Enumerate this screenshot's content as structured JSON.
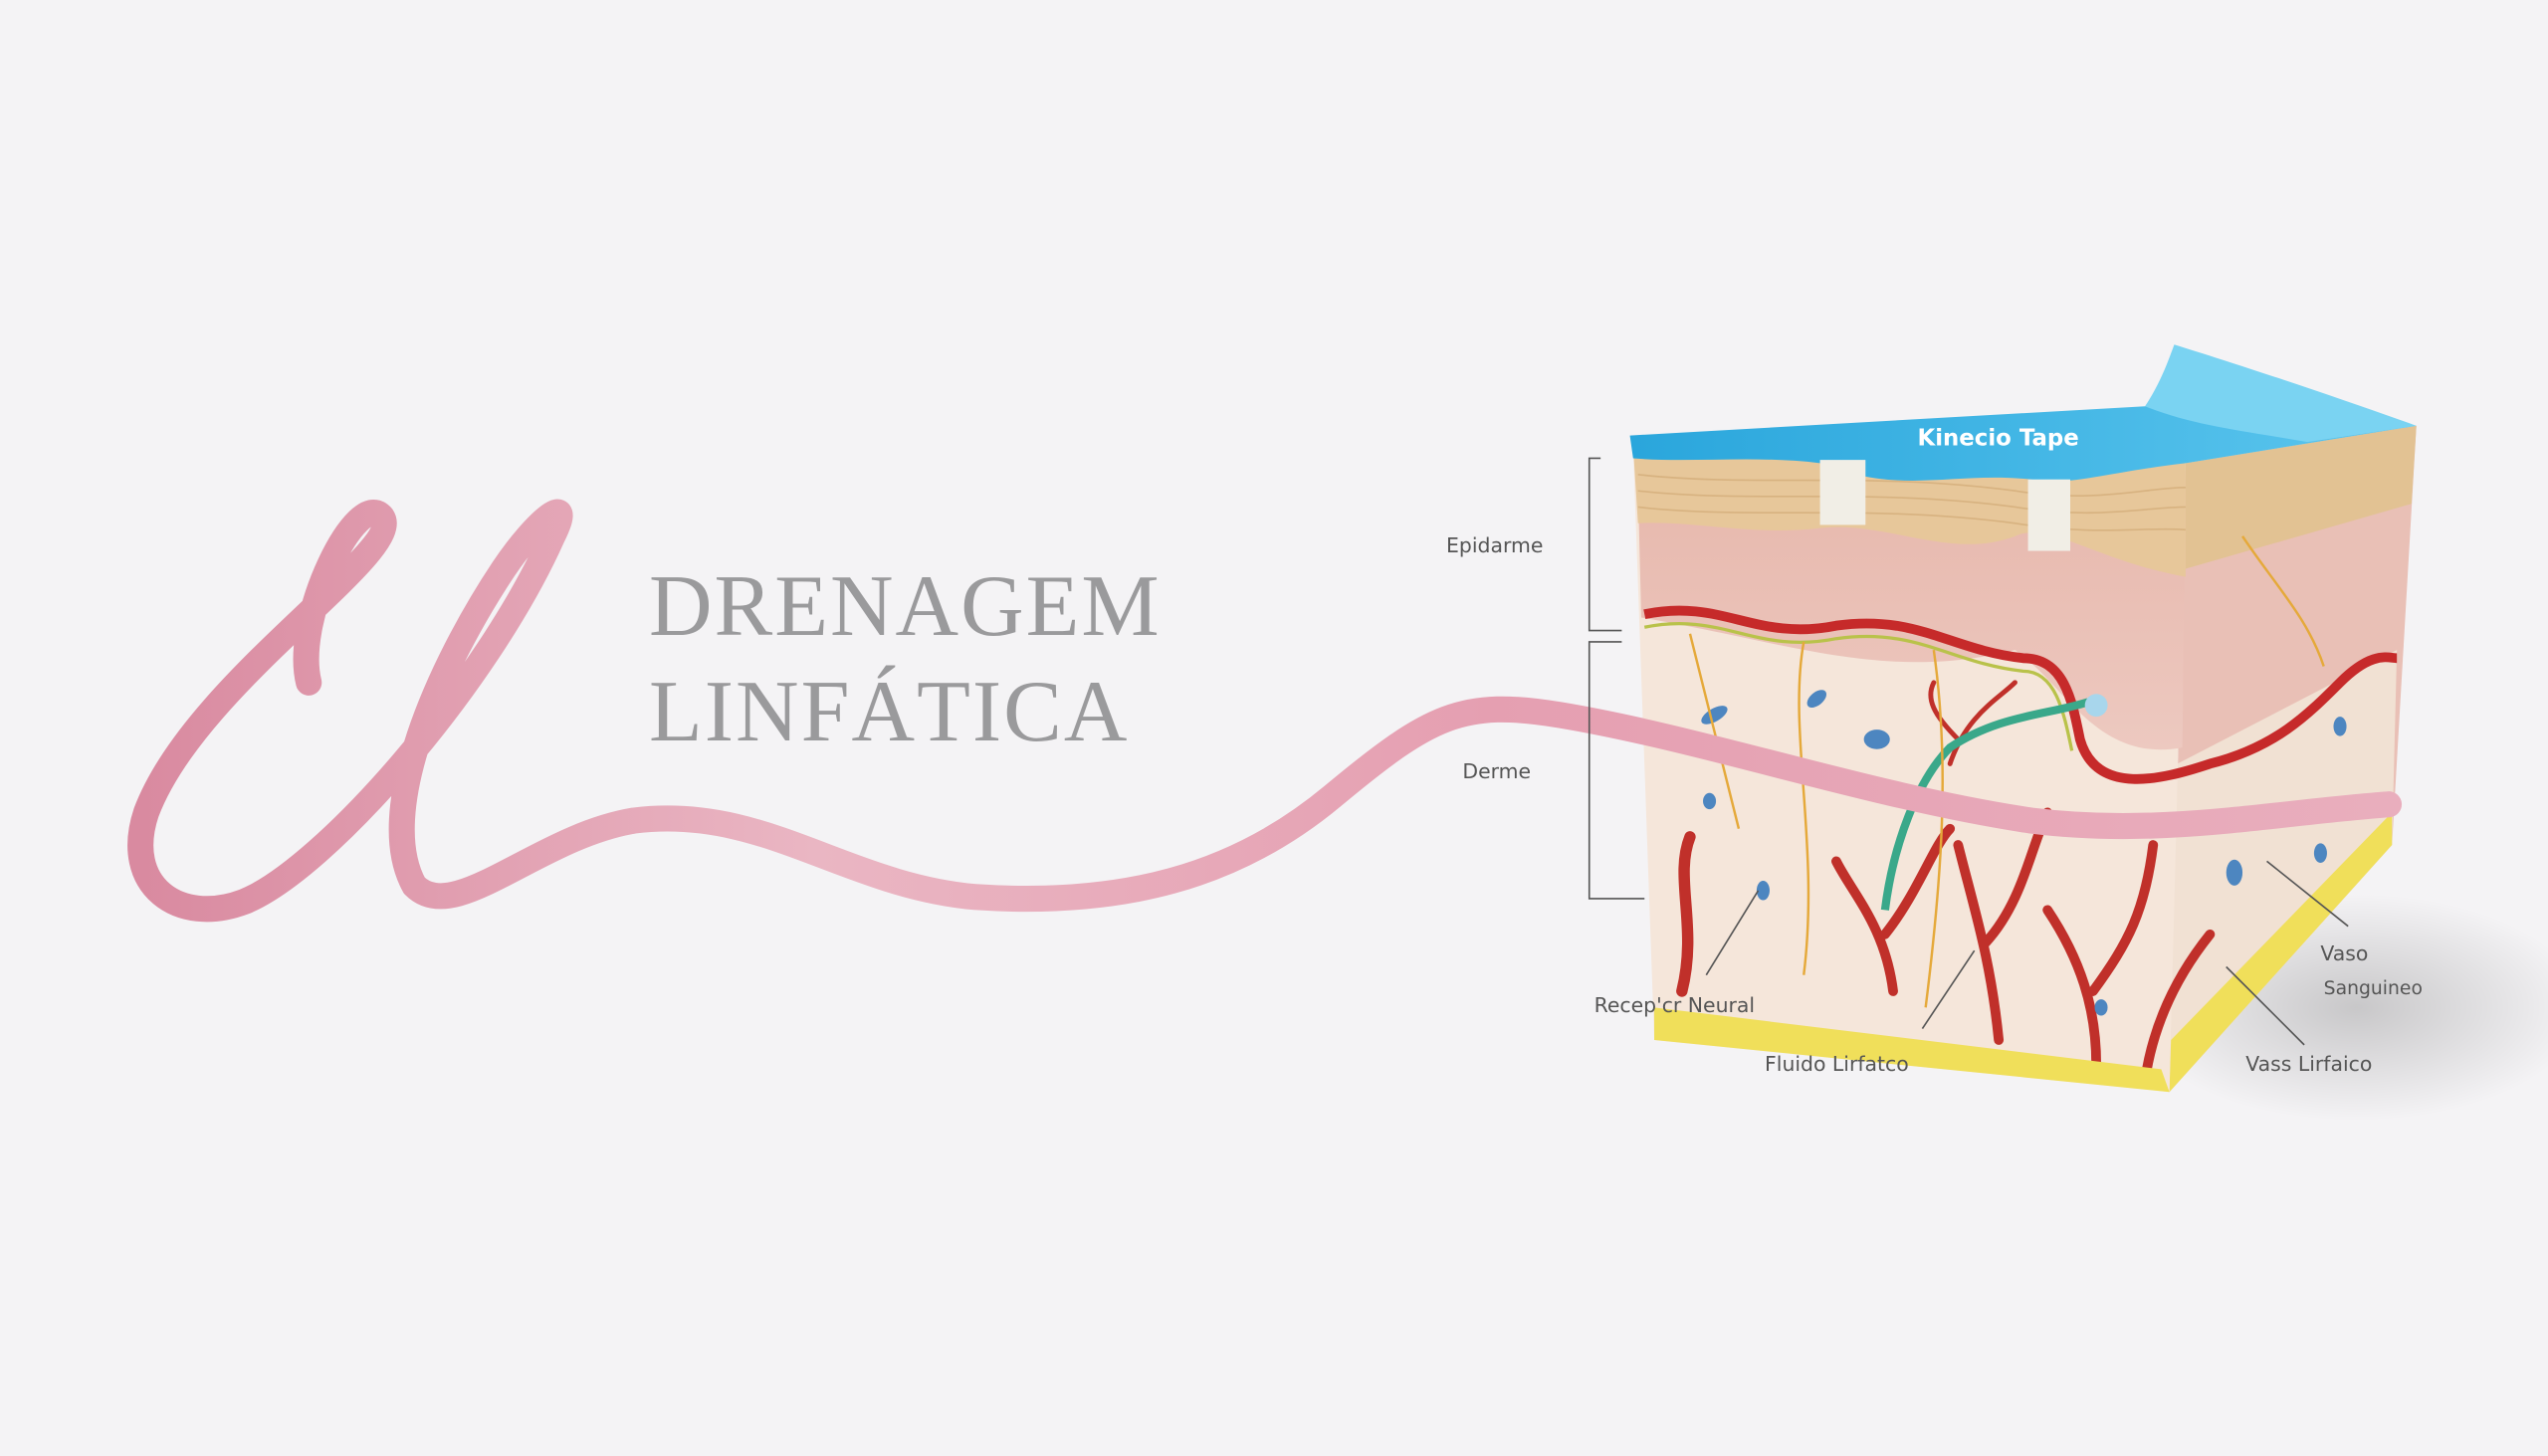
{
  "title": {
    "line1": "DRENAGEM",
    "line2": "LINFÁTICA"
  },
  "labels": {
    "tape": "Kinecio Tape",
    "epidermis": "Epidarme",
    "dermis": "Derme",
    "receptor": "Recep'cr Neural",
    "fluid": "Fluido Lirfatco",
    "blood_vessel_1": "Vaso",
    "blood_vessel_2": "Sanguineo",
    "lymph_vessel": "Vass Lirfaico"
  },
  "colors": {
    "ribbon": "#e6a3b4",
    "tape": "#2ba9de",
    "vessel": "#c62a2a",
    "lymph": "#3aa88a",
    "title": "#9a9a9c"
  }
}
